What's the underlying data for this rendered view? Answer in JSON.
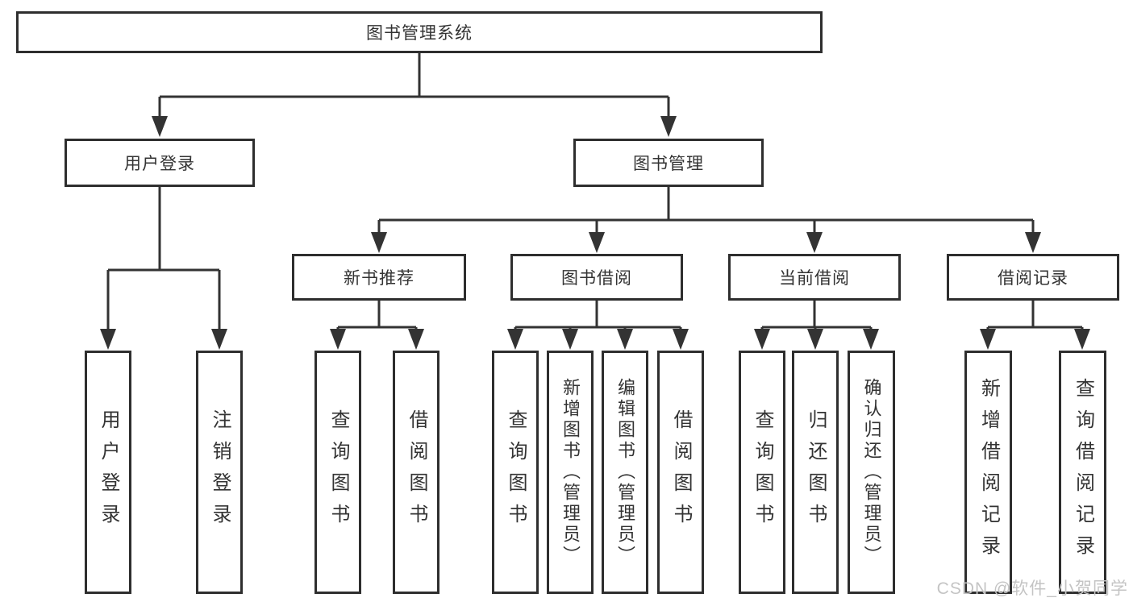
{
  "colors": {
    "line": "#333333",
    "box_border": "#2e2e2e",
    "text": "#333333",
    "watermark": "#c4c4c4",
    "background": "#ffffff"
  },
  "tree": {
    "root": {
      "label": "图书管理系统",
      "children": [
        {
          "label": "用户登录",
          "children": [
            {
              "label": "用户登录"
            },
            {
              "label": "注销登录"
            }
          ]
        },
        {
          "label": "图书管理",
          "children": [
            {
              "label": "新书推荐",
              "children": [
                {
                  "label": "查询图书"
                },
                {
                  "label": "借阅图书"
                }
              ]
            },
            {
              "label": "图书借阅",
              "children": [
                {
                  "label": "查询图书"
                },
                {
                  "label": "新增图书（管理员）"
                },
                {
                  "label": "编辑图书（管理员）"
                },
                {
                  "label": "借阅图书"
                }
              ]
            },
            {
              "label": "当前借阅",
              "children": [
                {
                  "label": "查询图书"
                },
                {
                  "label": "归还图书"
                },
                {
                  "label": "确认归还（管理员）"
                }
              ]
            },
            {
              "label": "借阅记录",
              "children": [
                {
                  "label": "新增借阅记录"
                },
                {
                  "label": "查询借阅记录"
                }
              ]
            }
          ]
        }
      ]
    }
  },
  "watermark": {
    "label": "CSDN @软件_小贺同学"
  }
}
